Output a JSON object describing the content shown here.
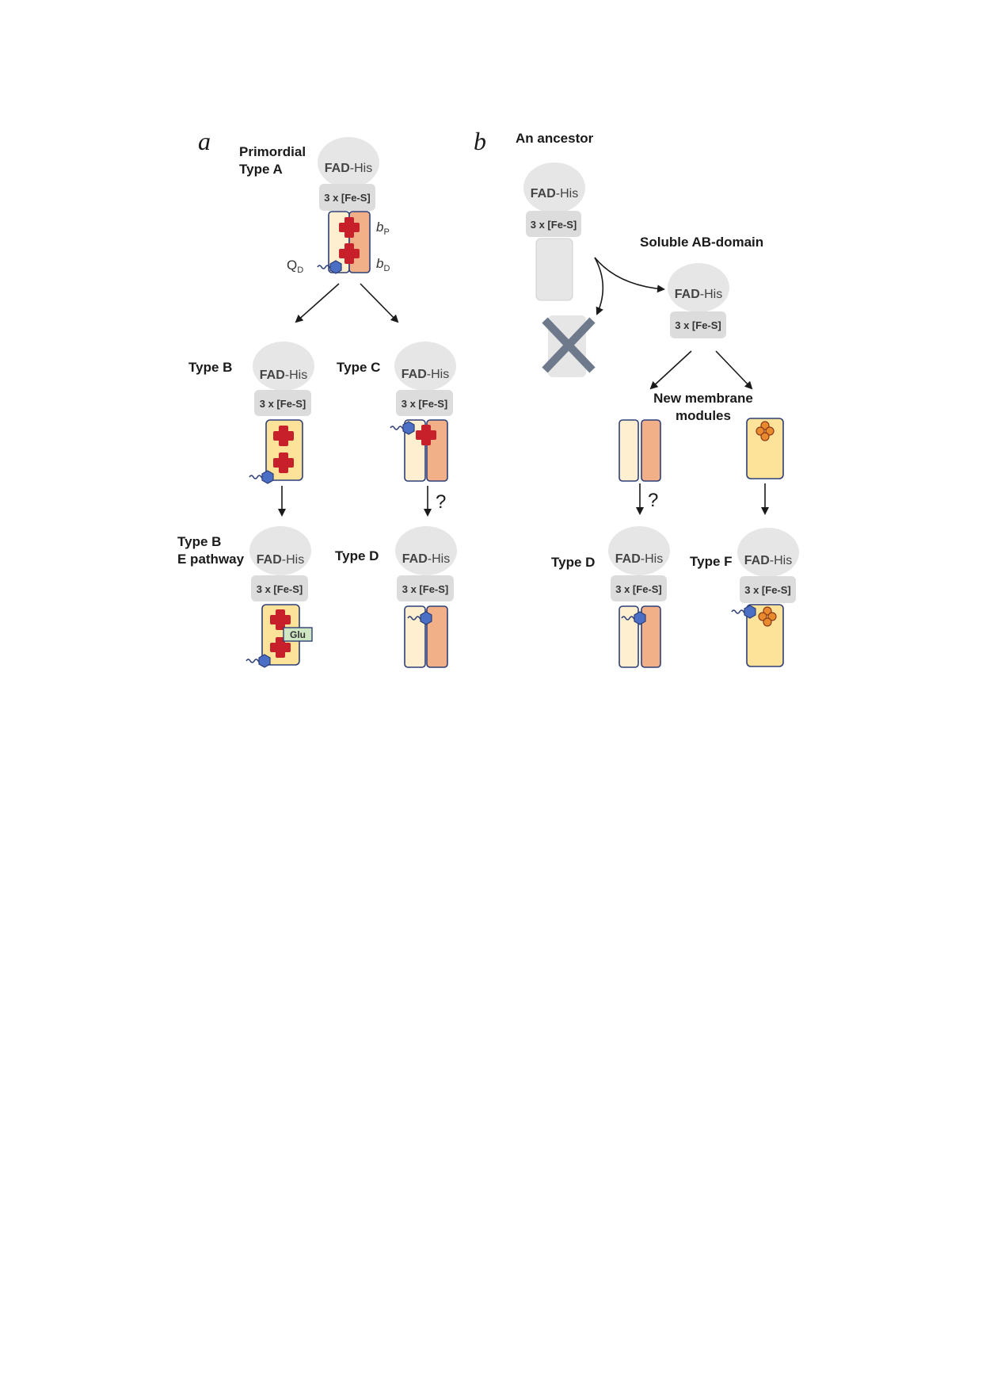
{
  "panels": {
    "a": "a",
    "b": "b"
  },
  "common": {
    "fad": "FAD",
    "his": "-His",
    "fes": "3 x [Fe-S]"
  },
  "labels": {
    "primordial_line1": "Primordial",
    "primordial_line2": "Type A",
    "type_b": "Type B",
    "type_c": "Type C",
    "type_b_e_line1": "Type B",
    "type_b_e_line2": "E pathway",
    "type_d": "Type D",
    "ancestor": "An ancestor",
    "soluble_ab": "Soluble AB-domain",
    "new_membrane_line1": "New membrane",
    "new_membrane_line2": "modules",
    "type_f": "Type F"
  },
  "heme_labels": {
    "bp_main": "b",
    "bp_sub": "P",
    "bd_main": "b",
    "bd_sub": "D",
    "qd_main": "Q",
    "qd_sub": "D"
  },
  "glu": "Glu",
  "question_mark": "?",
  "colors": {
    "fad_gray": "#e6e6e6",
    "fes_gray": "#dcdcdc",
    "subunit_light": "#fdefcf",
    "subunit_orange": "#f2b088",
    "subunit_yellow": "#fde39a",
    "outline": "#2e3f78",
    "heme_red": "#c8202a",
    "quinone_blue": "#4a6fc4",
    "glu_green": "#cfe6c2",
    "cofactor_orange": "#e98b2c",
    "cross_gray": "#6e7a8c"
  }
}
